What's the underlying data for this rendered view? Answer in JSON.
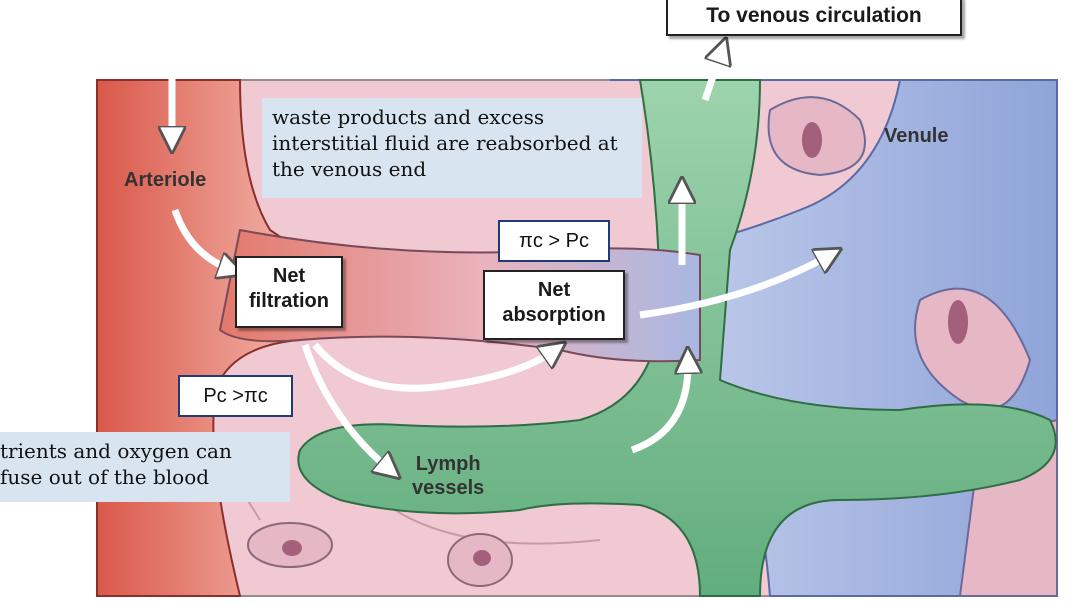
{
  "diagram": {
    "labels": {
      "arteriole": "Arteriole",
      "venule": "Venule",
      "lymph_line1": "Lymph",
      "lymph_line2": "vessels"
    },
    "boxes": {
      "to_venous": "To venous circulation",
      "net_filtration_line1": "Net",
      "net_filtration_line2": "filtration",
      "net_absorption_line1": "Net",
      "net_absorption_line2": "absorption"
    },
    "notes": {
      "venous_end": "waste products and excess interstitial fluid are reabsorbed at the venous end",
      "arterial_end_line1": "trients and oxygen can",
      "arterial_end_line2": "fuse out of the blood"
    },
    "conditions": {
      "venous": "πc > Pc",
      "arterial": "Pc >πc"
    },
    "colors": {
      "arterial": "#e07060",
      "venous": "#9fb2de",
      "lymph": "#7cbf92",
      "tissue": "#f0c9d2",
      "note_background": "#d8e4f0",
      "condition_border": "#1f3a78"
    }
  }
}
